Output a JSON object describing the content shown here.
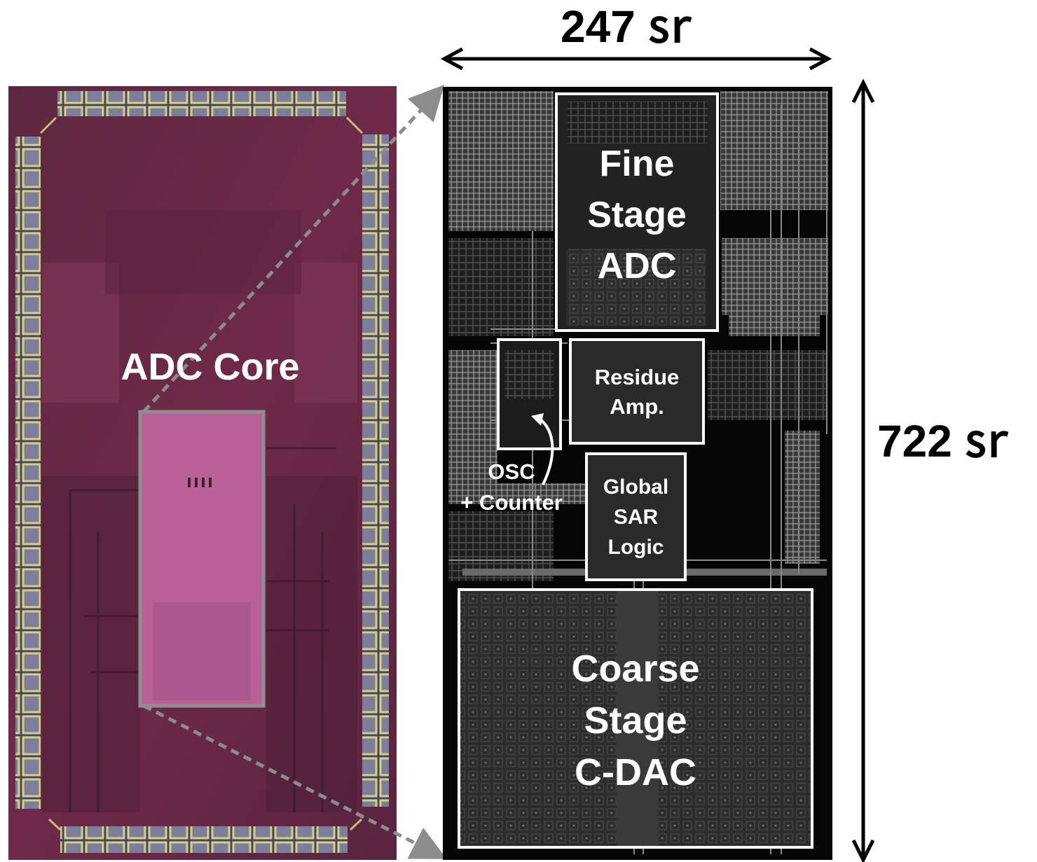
{
  "figure": {
    "die_photo": {
      "label": "ADC Core"
    },
    "layout": {
      "blocks": {
        "fine_stage_adc": "Fine\nStage\nADC",
        "residue_amp": "Residue\nAmp.",
        "osc_counter": "OSC\n+ Counter",
        "global_sar_logic": "Global\nSAR\nLogic",
        "coarse_stage_cdac": "Coarse\nStage\nC-DAC"
      }
    },
    "dimensions": {
      "width": "247 ㏛",
      "height": "722 ㏛"
    }
  }
}
